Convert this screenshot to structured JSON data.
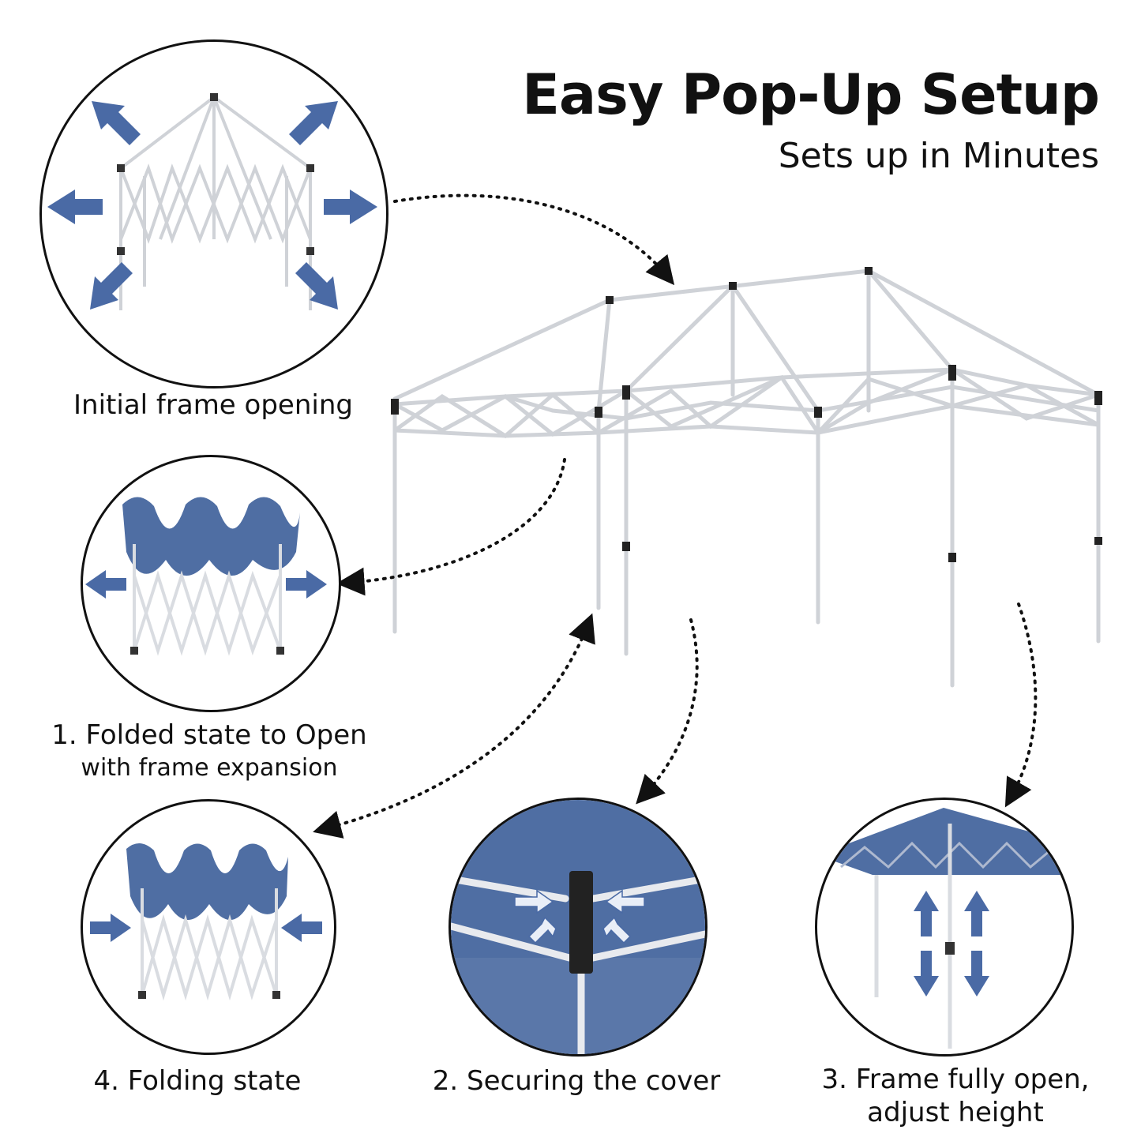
{
  "header": {
    "title": "Easy Pop-Up Setup",
    "subtitle": "Sets up in Minutes"
  },
  "steps": {
    "initial": {
      "label": "Initial frame opening"
    },
    "step1": {
      "label": "1. Folded state to Open",
      "sublabel": "with frame expansion"
    },
    "step4": {
      "label": "4. Folding state"
    },
    "step2": {
      "label": "2. Securing the cover"
    },
    "step3": {
      "label_line1": "3. Frame fully open,",
      "label_line2": "adjust height"
    }
  },
  "colors": {
    "canopy_blue": "#4f6ea3",
    "arrow_blue": "#4a6aa5",
    "frame_gray": "#d0d3d8",
    "text": "#111111"
  },
  "icons": [
    "expand-arrow-icon",
    "compress-arrow-icon",
    "height-arrow-icon",
    "dotted-connector-arrow"
  ]
}
